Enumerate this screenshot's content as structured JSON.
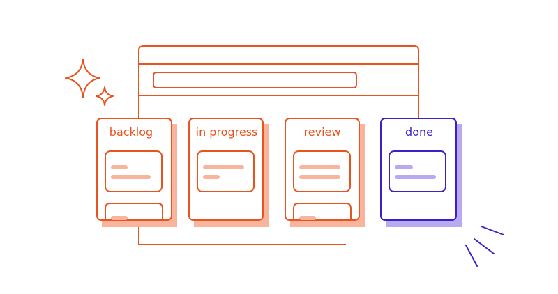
{
  "colors": {
    "accent": "#E8541E",
    "accent_light": "#F8B49C",
    "done": "#3A22C8",
    "done_light": "#B9A9F2",
    "background": "#FFFFFF"
  },
  "columns": [
    {
      "label": "backlog",
      "status": "open"
    },
    {
      "label": "in progress",
      "status": "open"
    },
    {
      "label": "review",
      "status": "open"
    },
    {
      "label": "done",
      "status": "complete"
    }
  ],
  "icons": {
    "sparkle": "sparkle-icon",
    "burst": "burst-lines-icon"
  }
}
